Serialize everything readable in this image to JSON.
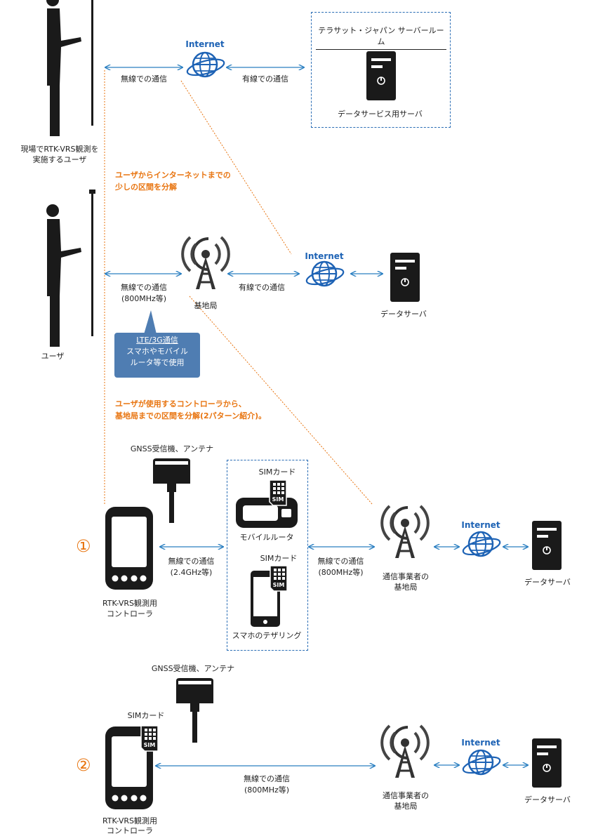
{
  "labels": {
    "wireless": "無線での通信",
    "wired": "有線での通信",
    "internet": "Internet",
    "server_room": "テラサット・ジャパン サーバールーム",
    "data_service_server": "データサービス用サーバ",
    "field_user_line1": "現場でRTK-VRS観測を",
    "field_user_line2": "実施するユーザ",
    "user": "ユーザ",
    "base_station": "基地局",
    "data_server": "データサーバ",
    "band_800": "(800MHz等)",
    "band_24": "(2.4GHz等)",
    "carrier_line1": "通信事業者の",
    "carrier_line2": "基地局",
    "gnss": "GNSS受信機、アンテナ",
    "sim_card": "SIMカード",
    "sim": "SIM",
    "mobile_router": "モバイルルータ",
    "smartphone_tethering": "スマホのテザリング",
    "controller_line1": "RTK-VRS観測用",
    "controller_line2": "コントローラ",
    "pattern1": "①",
    "pattern2": "②"
  },
  "annotations": {
    "split1_line1": "ユーザからインターネットまでの",
    "split1_line2": "少しの区間を分解",
    "split2_line1": "ユーザが使用するコントローラから、",
    "split2_line2": "基地局までの区間を分解(2パターン紹介)。"
  },
  "callout": {
    "line1": "LTE/3G通信",
    "line2": "スマホやモバイル",
    "line3": "ルータ等で使用"
  },
  "colors": {
    "arrow": "#2a7fc1",
    "orange": "#e87511",
    "globe": "#1e63b5",
    "dark": "#1a1a1a",
    "callout": "#4f7db2"
  }
}
